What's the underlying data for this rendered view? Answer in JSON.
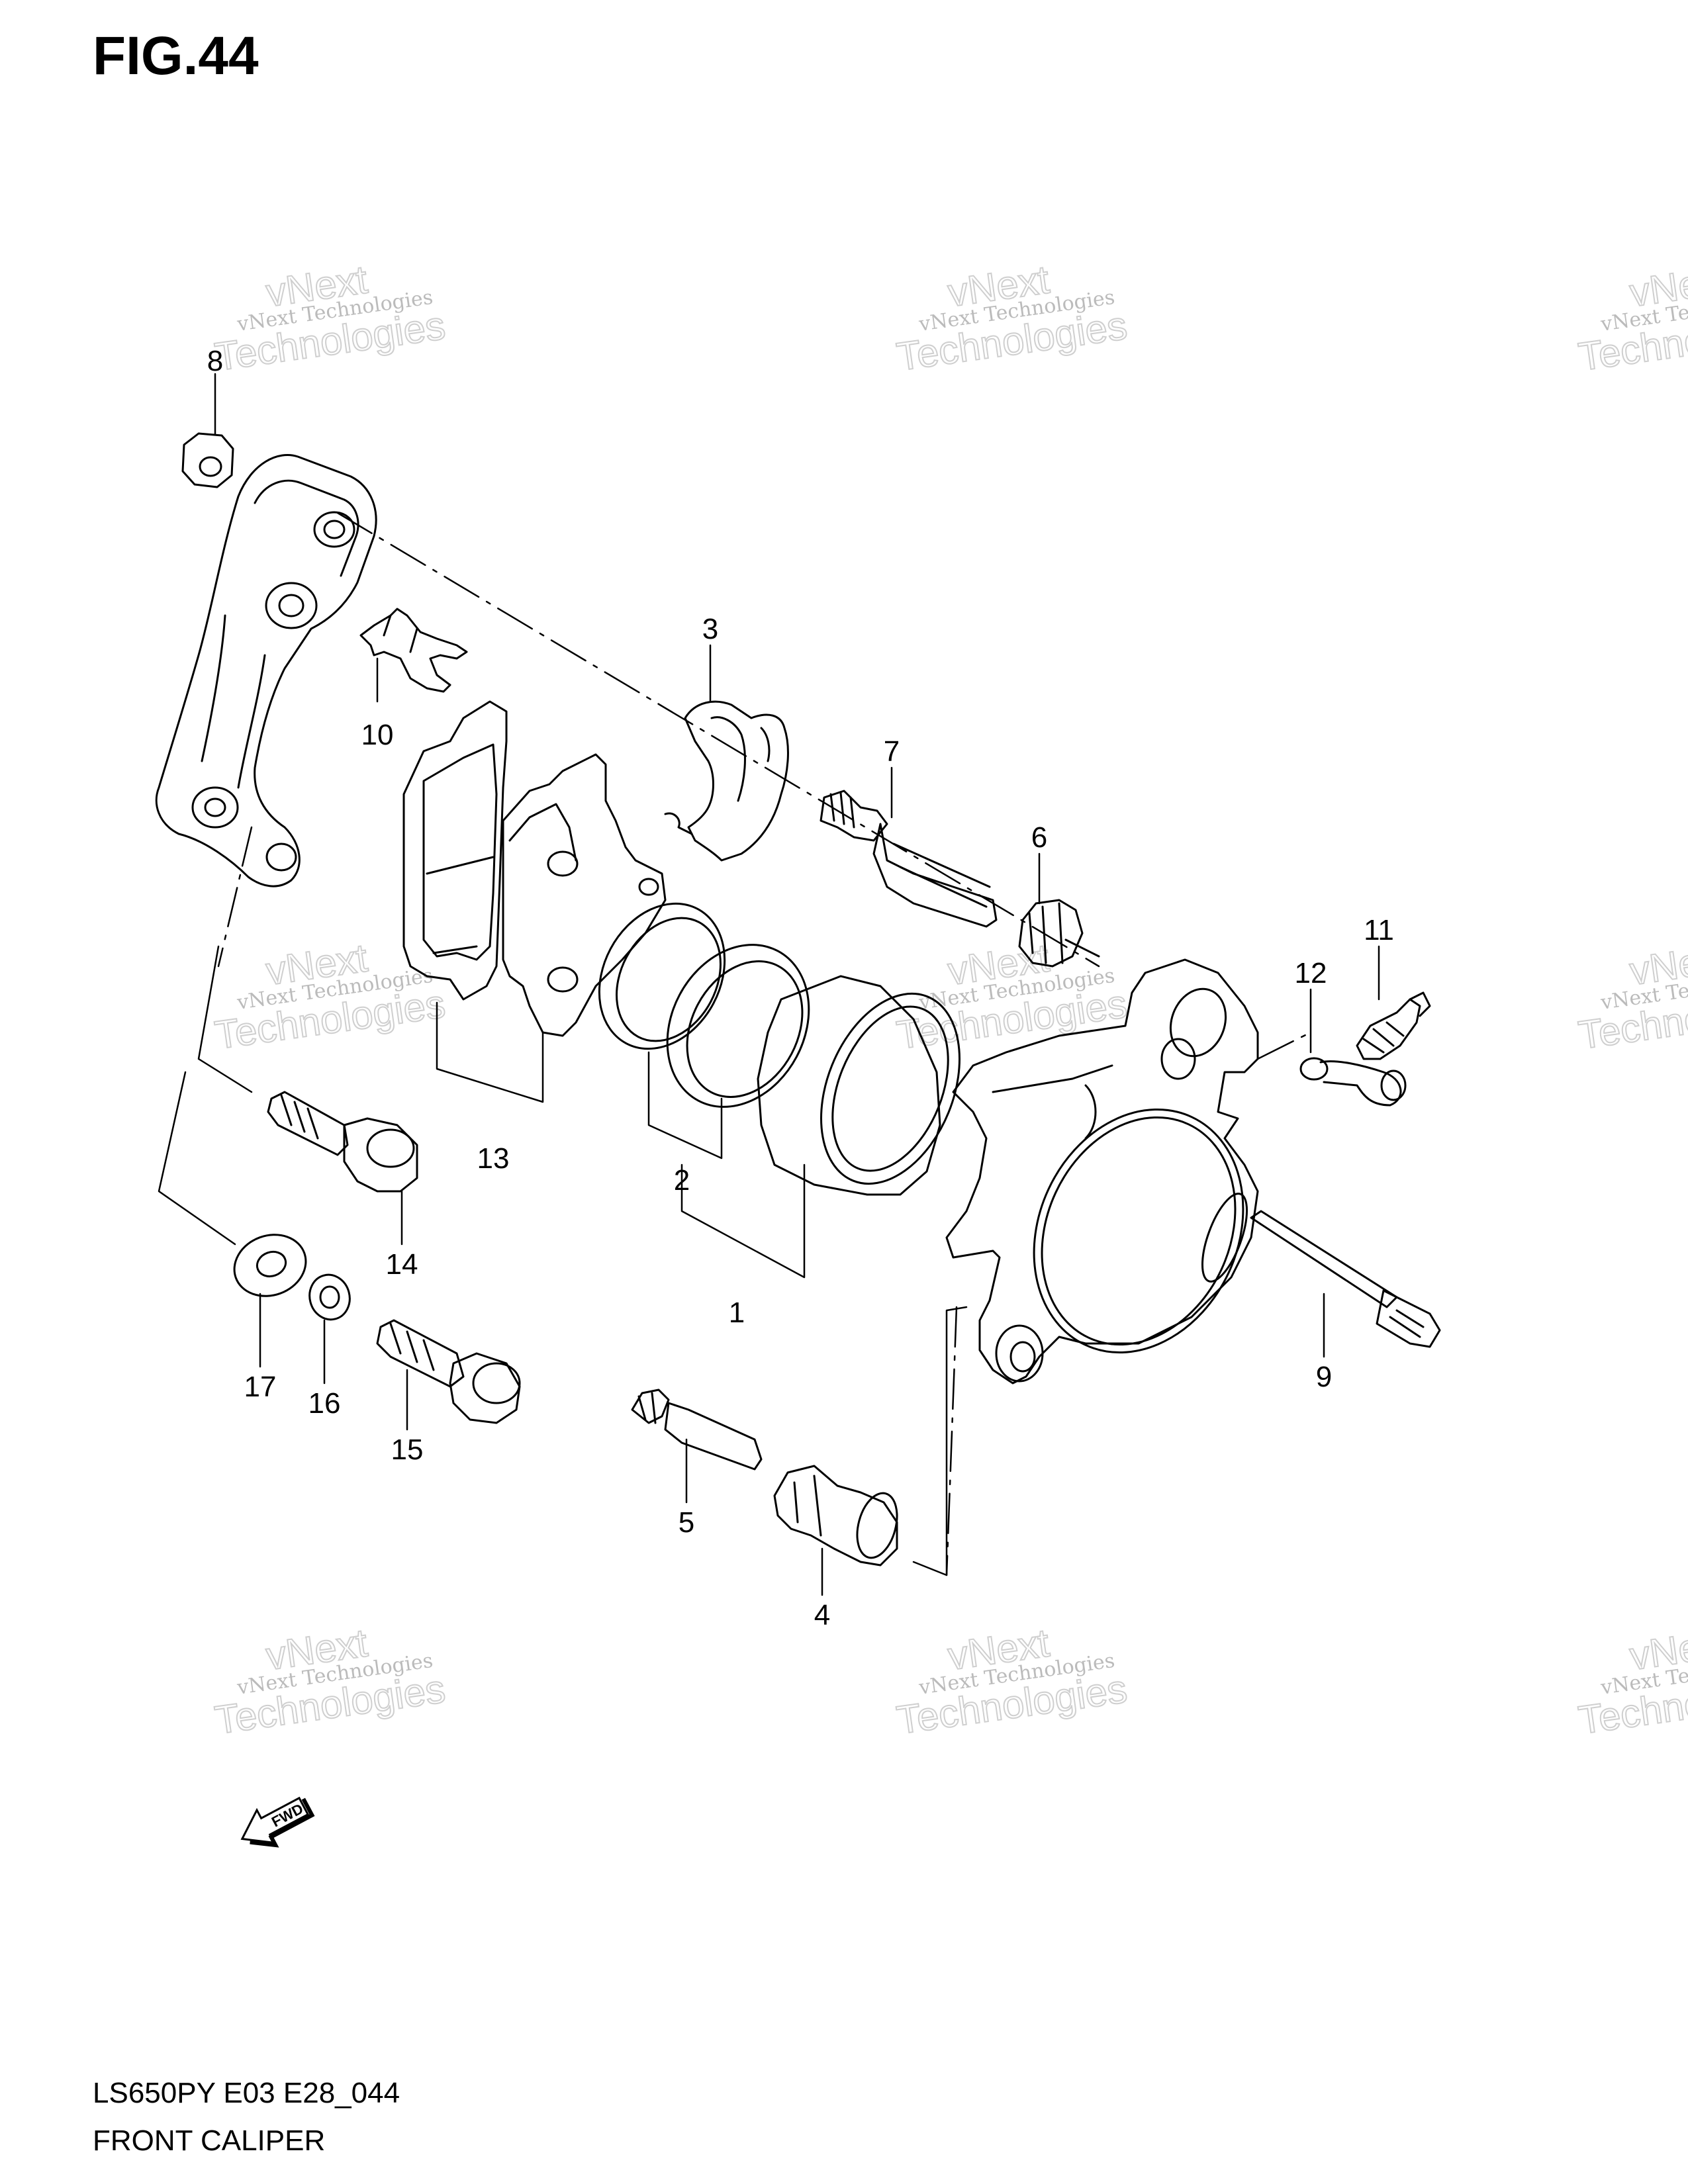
{
  "figure": {
    "title": "FIG.44"
  },
  "labels": {
    "l1": "1",
    "l2": "2",
    "l3": "3",
    "l4": "4",
    "l5": "5",
    "l6": "6",
    "l7": "7",
    "l8": "8",
    "l9": "9",
    "l10": "10",
    "l11": "11",
    "l12": "12",
    "l13": "13",
    "l14": "14",
    "l15": "15",
    "l16": "16",
    "l17": "17"
  },
  "watermark": {
    "line1": "vNext Technologies",
    "line2": "vNext",
    "line3": "Technologies"
  },
  "fwd_arrow": {
    "text": "FWD"
  },
  "footer": {
    "model_code": "LS650PY E03 E28_044",
    "caption": "FRONT CALIPER"
  }
}
